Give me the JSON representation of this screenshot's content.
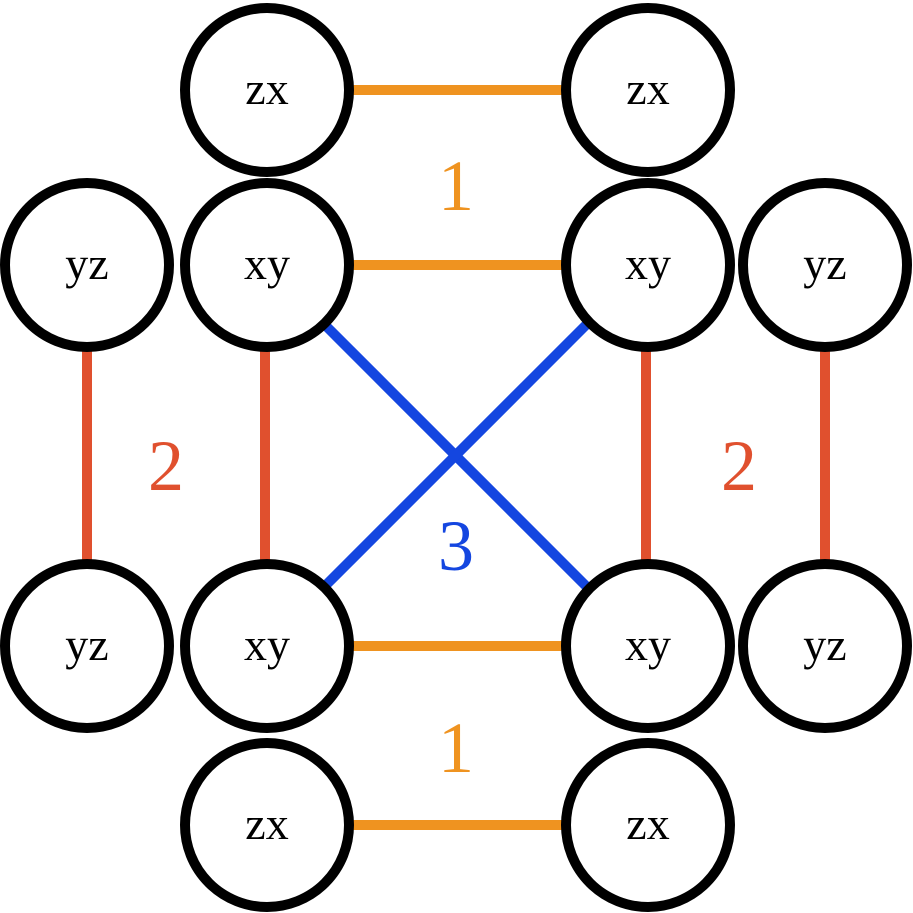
{
  "colors": {
    "orange": "#ef9320",
    "red": "#e0502e",
    "blue": "#1446e0",
    "node_stroke": "#000000",
    "background": "#ffffff"
  },
  "nodes": {
    "zx_top_left": "zx",
    "zx_top_right": "zx",
    "yz_upper_left": "yz",
    "xy_upper_left": "xy",
    "xy_upper_right": "xy",
    "yz_upper_right": "yz",
    "yz_lower_left": "yz",
    "xy_lower_left": "xy",
    "xy_lower_right": "xy",
    "yz_lower_right": "yz",
    "zx_bottom_left": "zx",
    "zx_bottom_right": "zx"
  },
  "edge_labels": {
    "top_group": "1",
    "left_group": "2",
    "right_group": "2",
    "center_group": "3",
    "bottom_group": "1"
  }
}
